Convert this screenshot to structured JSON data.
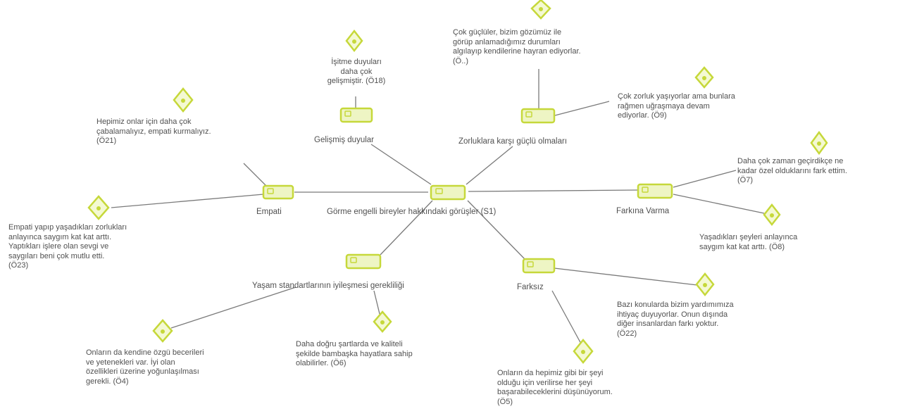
{
  "colors": {
    "accent": "#c6d83a",
    "line": "#7a7a7a",
    "text": "#505050"
  },
  "nodes": {
    "center": {
      "label": "Görme engelli bireyler hakkındaki görüşler (S1)"
    },
    "empati": {
      "label": "Empati"
    },
    "gelismis_duyular": {
      "label": "Gelişmiş duyular"
    },
    "zorluklara": {
      "label": "Zorluklara karşı güçlü olmaları"
    },
    "farkina_varma": {
      "label": "Farkına Varma"
    },
    "yasam": {
      "label": "Yaşam standartlarının iyileşmesi gerekliliği"
    },
    "farksiz": {
      "label": "Farksız"
    }
  },
  "quotes": {
    "o21": [
      "Hepimiz onlar için daha çok",
      "çabalamalıyız, empati kurmalıyız.",
      "(Ö21)"
    ],
    "o23": [
      "Empati yapıp yaşadıkları zorlukları",
      "anlayınca saygım kat kat arttı.",
      "Yaptıkları işlere olan sevgi ve",
      "saygıları beni çok mutlu etti.",
      "(Ö23)"
    ],
    "o18": [
      "İşitme duyuları",
      "daha çok",
      "gelişmiştir. (Ö18)"
    ],
    "oc": [
      "Çok güçlüler, bizim gözümüz ile",
      "görüp anlamadığımız durumları",
      "algılayıp kendilerine hayran ediyorlar.",
      "(Ö..)"
    ],
    "o9": [
      "Çok zorluk yaşıyorlar ama bunlara",
      "rağmen uğraşmaya devam",
      "ediyorlar. (Ö9)"
    ],
    "o7": [
      "Daha çok zaman geçirdikçe ne",
      "kadar özel olduklarını fark ettim.",
      "(Ö7)"
    ],
    "o8": [
      "Yaşadıkları şeyleri anlayınca",
      "saygım kat kat arttı. (Ö8)"
    ],
    "o4": [
      "Onların da kendine özgü becerileri",
      "ve yetenekleri var. İyi olan",
      "özellikleri üzerine yoğunlaşılması",
      "gerekli. (Ö4)"
    ],
    "o6": [
      "Daha doğru şartlarda ve kaliteli",
      "şekilde bambaşka hayatlara sahip",
      "olabilirler. (Ö6)"
    ],
    "o22": [
      "Bazı konularda bizim yardımımıza",
      "ihtiyaç duyuyorlar. Onun dışında",
      "diğer insanlardan farkı yoktur.",
      "(Ö22)"
    ],
    "o5": [
      "Onların da hepimiz gibi bir şeyi",
      "olduğu için verilirse her şeyi",
      "başarabileceklerini düşünüyorum.",
      "(Ö5)"
    ]
  }
}
